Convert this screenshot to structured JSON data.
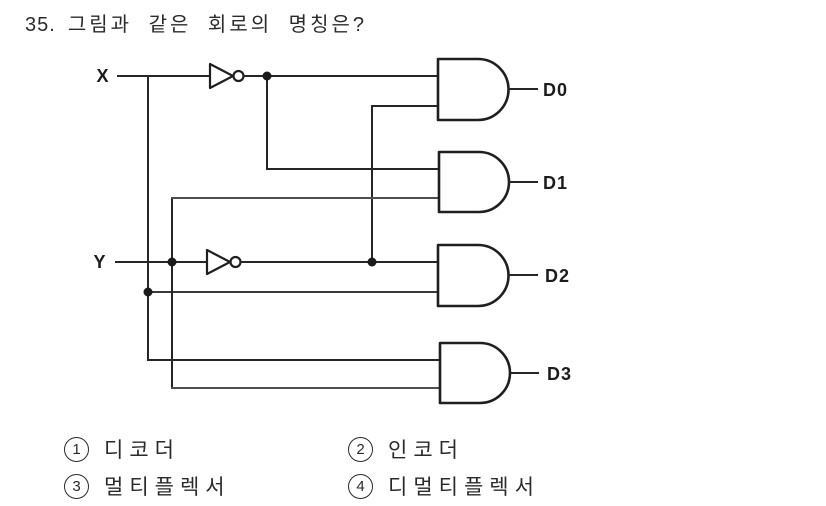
{
  "question": {
    "number": "35.",
    "text": "그림과 같은 회로의 명칭은?"
  },
  "circuit": {
    "input_labels": {
      "x": "X",
      "y": "Y"
    },
    "output_labels": {
      "d0": "D0",
      "d1": "D1",
      "d2": "D2",
      "d3": "D3"
    },
    "gate_kinds": {
      "inverter": "not-gate",
      "and": "and-gate"
    }
  },
  "options": [
    {
      "number": "1",
      "label": "디코더"
    },
    {
      "number": "2",
      "label": "인코더"
    },
    {
      "number": "3",
      "label": "멀티플렉서"
    },
    {
      "number": "4",
      "label": "디멀티플렉서"
    }
  ],
  "colors": {
    "ink": "#262626",
    "background": "#ffffff"
  }
}
